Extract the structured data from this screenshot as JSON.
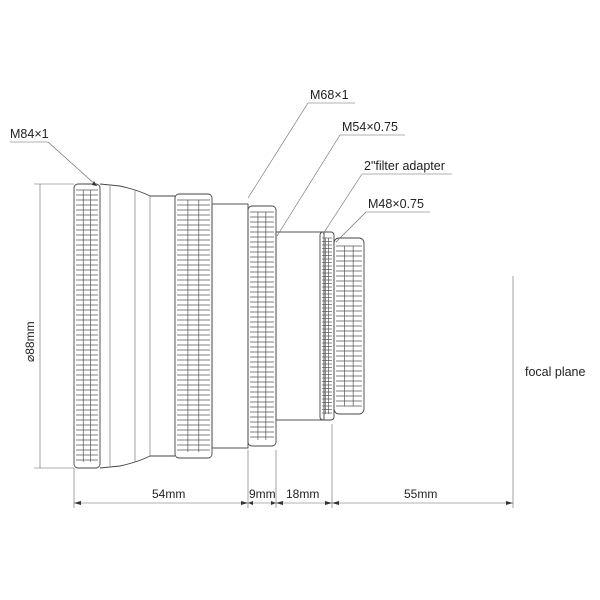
{
  "labels": {
    "m84": "M84×1",
    "m68": "M68×1",
    "m54": "M54×0.75",
    "filter": "2\"filter adapter",
    "m48": "M48×0.75",
    "diameter": "⌀88mm",
    "focal": "focal plane"
  },
  "dimensions": {
    "d54": "54mm",
    "d9": "9mm",
    "d18": "18mm",
    "d55": "55mm"
  }
}
